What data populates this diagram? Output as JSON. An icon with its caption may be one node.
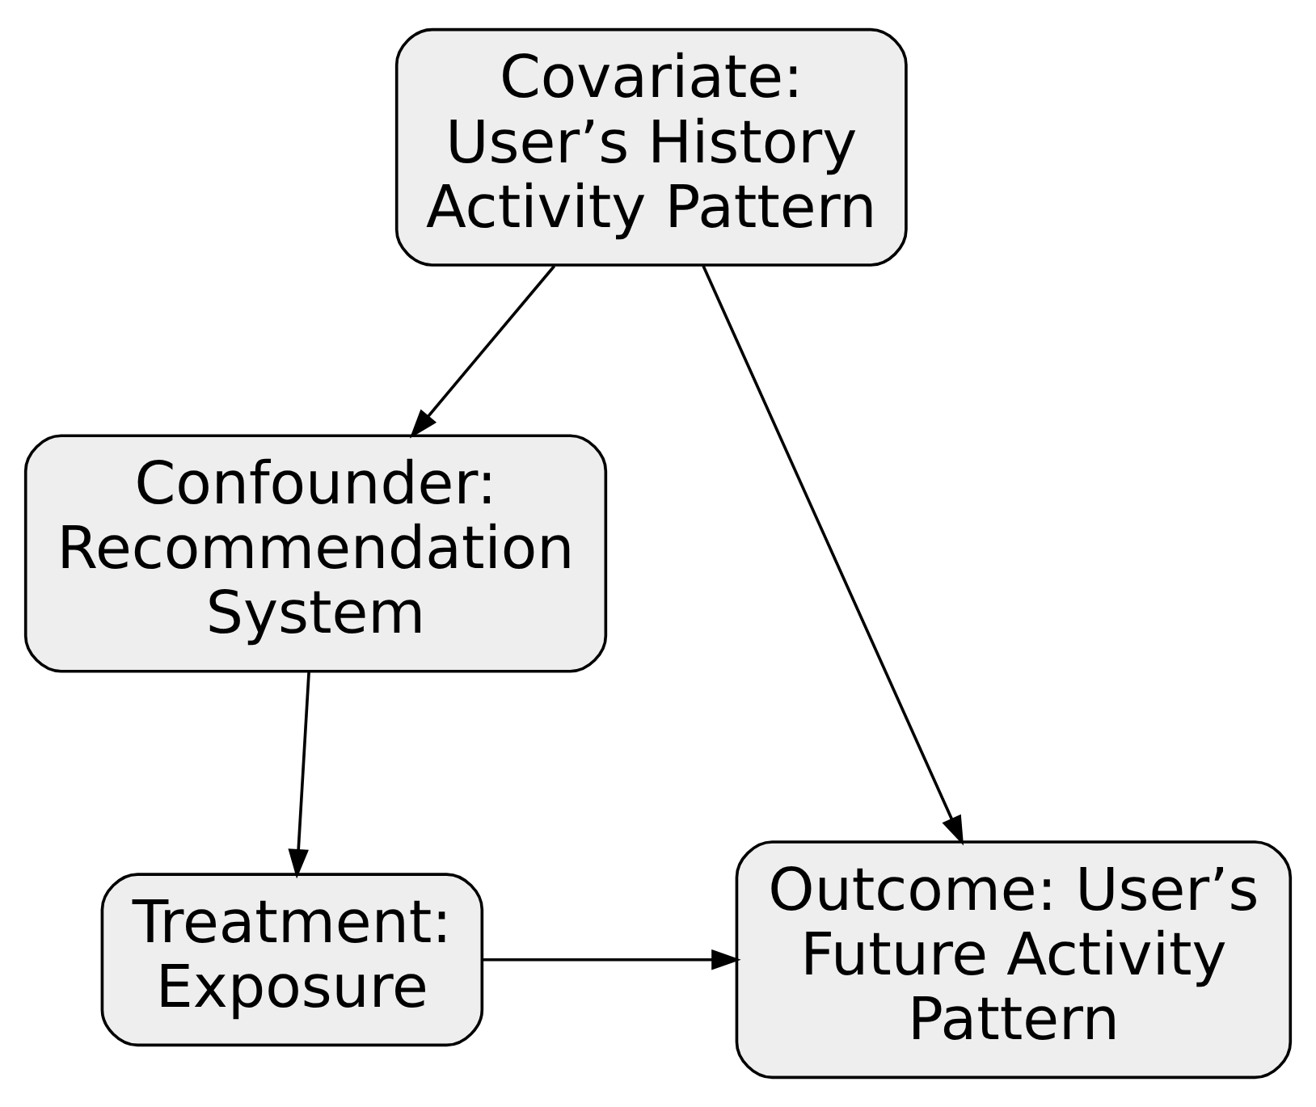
{
  "diagram": {
    "nodes": [
      {
        "text": [
          "Covariate: User’s History Activity Pattern"
        ]
      },
      {
        "text": [
          "Confounder: Recommendation System"
        ]
      },
      {
        "text": [
          "Treatment: Exposure"
        ]
      },
      {
        "text": [
          "Outcome: User’s Future Activity Pattern"
        ]
      }
    ],
    "edges": [
      {
        "from": 0,
        "to": 1,
        "arrow": "to"
      },
      {
        "from": 0,
        "to": 3,
        "arrow": "to"
      },
      {
        "from": 1,
        "to": 2,
        "arrow": "to"
      },
      {
        "from": 2,
        "to": 3,
        "arrow": "to"
      }
    ]
  }
}
